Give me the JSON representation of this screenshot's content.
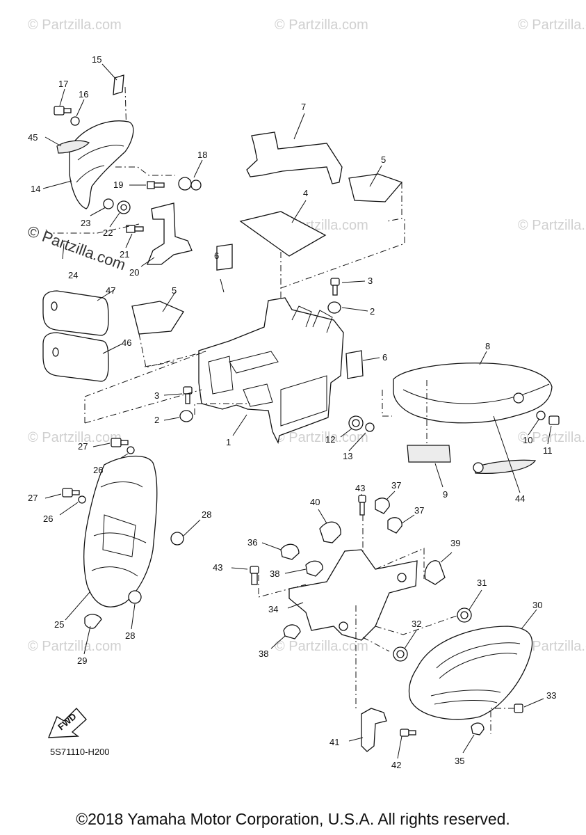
{
  "diagram": {
    "drawing_code": "5S71110-H200",
    "fwd_badge": "FWD",
    "watermark": "© Partzilla.com",
    "copyright": "©2018 Yamaha Motor Corporation, U.S.A. All rights reserved.",
    "callouts": [
      {
        "id": "c15",
        "label": "15"
      },
      {
        "id": "c17",
        "label": "17"
      },
      {
        "id": "c16",
        "label": "16"
      },
      {
        "id": "c45",
        "label": "45"
      },
      {
        "id": "c14",
        "label": "14"
      },
      {
        "id": "c18",
        "label": "18"
      },
      {
        "id": "c19",
        "label": "19"
      },
      {
        "id": "c23",
        "label": "23"
      },
      {
        "id": "c22",
        "label": "22"
      },
      {
        "id": "c21",
        "label": "21"
      },
      {
        "id": "c20",
        "label": "20"
      },
      {
        "id": "c24",
        "label": "24"
      },
      {
        "id": "c7",
        "label": "7"
      },
      {
        "id": "c5a",
        "label": "5"
      },
      {
        "id": "c4",
        "label": "4"
      },
      {
        "id": "c6a",
        "label": "6"
      },
      {
        "id": "c3a",
        "label": "3"
      },
      {
        "id": "c2a",
        "label": "2"
      },
      {
        "id": "c47",
        "label": "47"
      },
      {
        "id": "c5b",
        "label": "5"
      },
      {
        "id": "c46",
        "label": "46"
      },
      {
        "id": "c6b",
        "label": "6"
      },
      {
        "id": "c8",
        "label": "8"
      },
      {
        "id": "c3b",
        "label": "3"
      },
      {
        "id": "c2b",
        "label": "2"
      },
      {
        "id": "c1",
        "label": "1"
      },
      {
        "id": "c12",
        "label": "12"
      },
      {
        "id": "c13",
        "label": "13"
      },
      {
        "id": "c10",
        "label": "10"
      },
      {
        "id": "c11",
        "label": "11"
      },
      {
        "id": "c9",
        "label": "9"
      },
      {
        "id": "c44",
        "label": "44"
      },
      {
        "id": "c27a",
        "label": "27"
      },
      {
        "id": "c26a",
        "label": "26"
      },
      {
        "id": "c27b",
        "label": "27"
      },
      {
        "id": "c26b",
        "label": "26"
      },
      {
        "id": "c28a",
        "label": "28"
      },
      {
        "id": "c25",
        "label": "25"
      },
      {
        "id": "c28b",
        "label": "28"
      },
      {
        "id": "c29",
        "label": "29"
      },
      {
        "id": "c43a",
        "label": "43"
      },
      {
        "id": "c37a",
        "label": "37"
      },
      {
        "id": "c40",
        "label": "40"
      },
      {
        "id": "c37b",
        "label": "37"
      },
      {
        "id": "c36",
        "label": "36"
      },
      {
        "id": "c39",
        "label": "39"
      },
      {
        "id": "c43b",
        "label": "43"
      },
      {
        "id": "c38a",
        "label": "38"
      },
      {
        "id": "c31",
        "label": "31"
      },
      {
        "id": "c34",
        "label": "34"
      },
      {
        "id": "c30",
        "label": "30"
      },
      {
        "id": "c32",
        "label": "32"
      },
      {
        "id": "c38b",
        "label": "38"
      },
      {
        "id": "c33",
        "label": "33"
      },
      {
        "id": "c41",
        "label": "41"
      },
      {
        "id": "c42",
        "label": "42"
      },
      {
        "id": "c35",
        "label": "35"
      }
    ]
  }
}
